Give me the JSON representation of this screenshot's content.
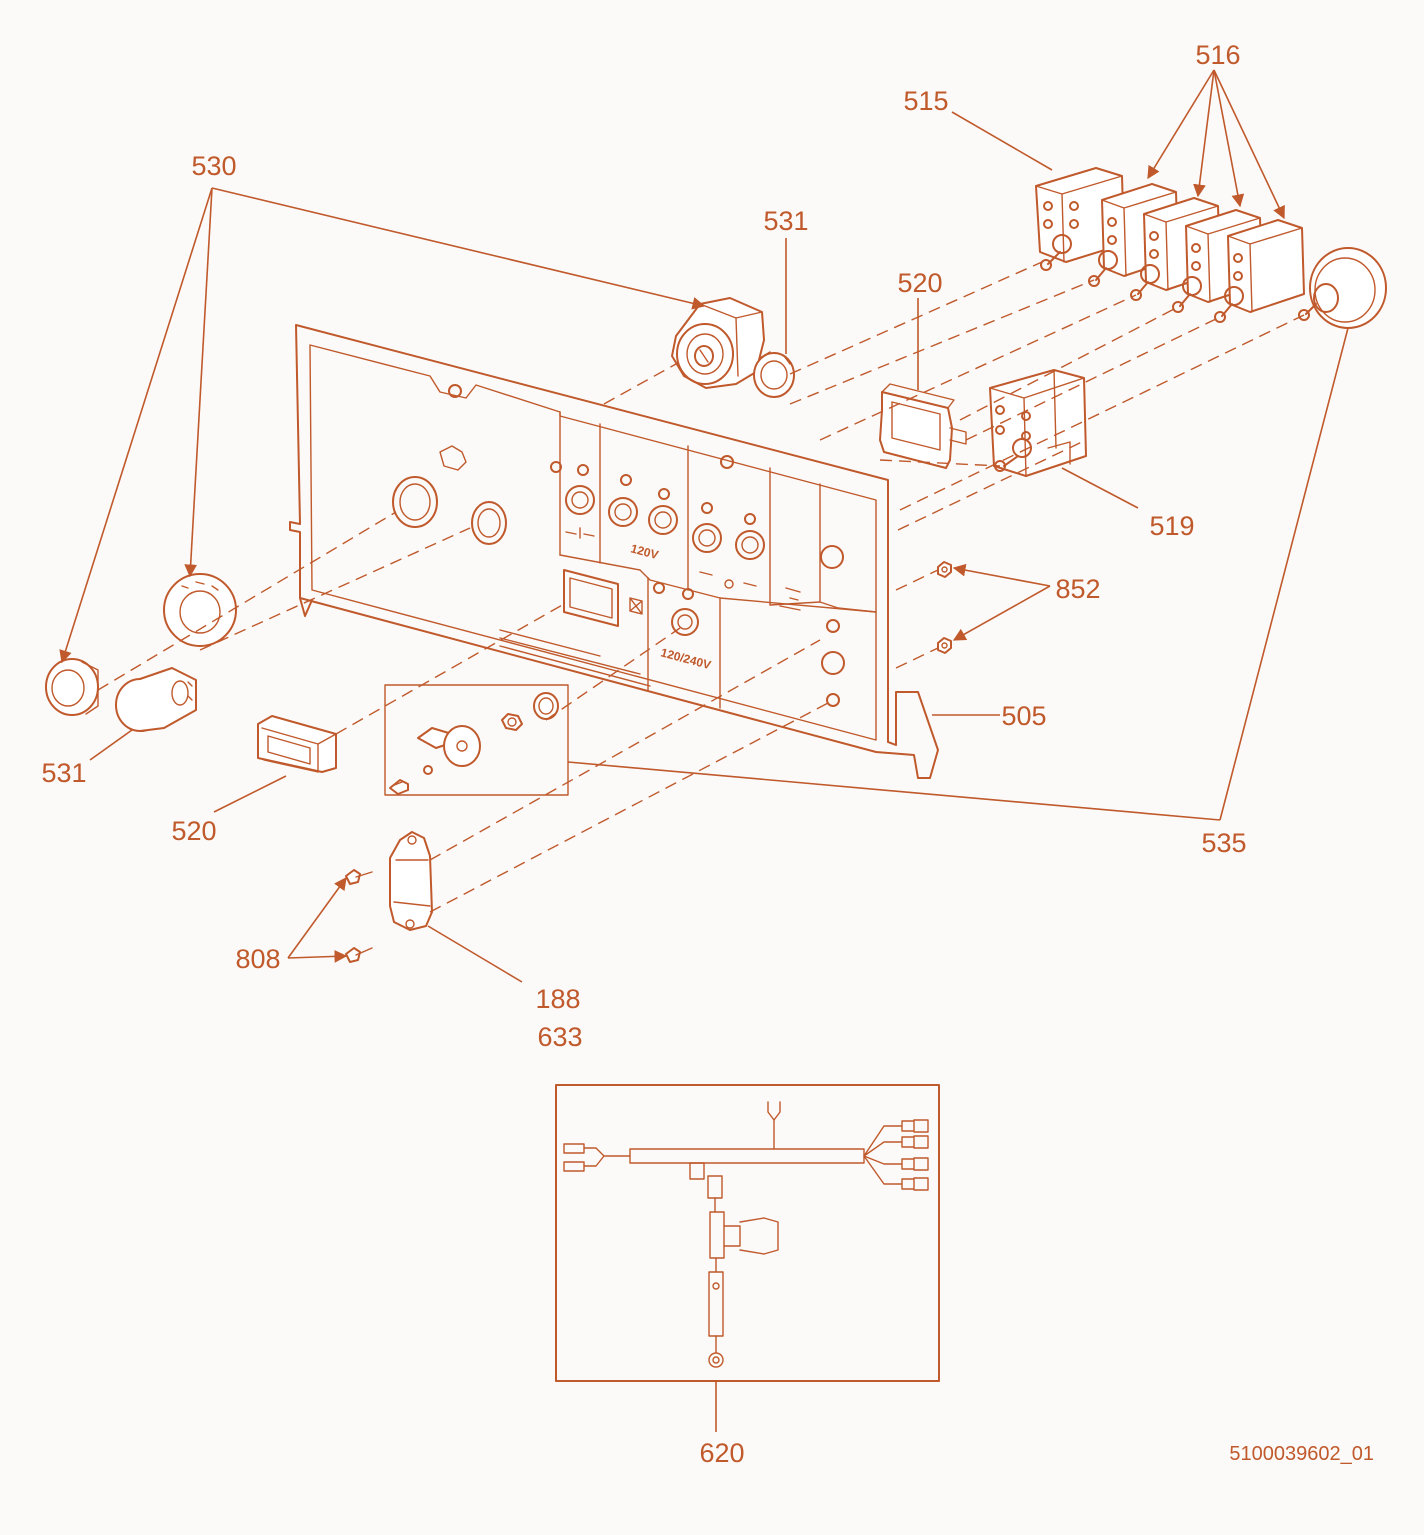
{
  "callouts": {
    "c516": "516",
    "c515": "515",
    "c530": "530",
    "c531_top": "531",
    "c520_top": "520",
    "c519": "519",
    "c852": "852",
    "c505": "505",
    "c535": "535",
    "c531_left": "531",
    "c520_left": "520",
    "c808": "808",
    "c188": "188",
    "c633": "633",
    "c620": "620"
  },
  "panel_labels": {
    "v120": "120V",
    "v120_240": "120/240V"
  },
  "drawing_number": "5100039602_01",
  "colors": {
    "line": "#c0592b",
    "background": "#fbfaf8"
  }
}
